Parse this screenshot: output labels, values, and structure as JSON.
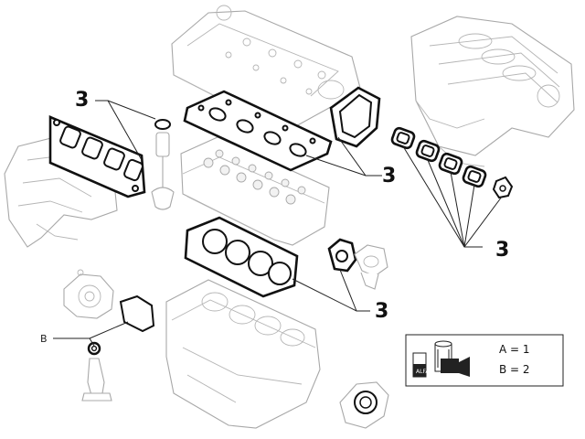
{
  "callouts": {
    "manifold_gaskets": "3",
    "head_gasket_set": "3",
    "intake_gaskets": "3",
    "cylinder_head_gasket": "3",
    "rear_seal": "B"
  },
  "legend": {
    "line_a": "A = 1",
    "line_b": "B = 2"
  },
  "icons": {
    "kit_box": "gasket-kit-box-icon",
    "kit_cylinder": "gasket-kit-cylinder-icon"
  }
}
